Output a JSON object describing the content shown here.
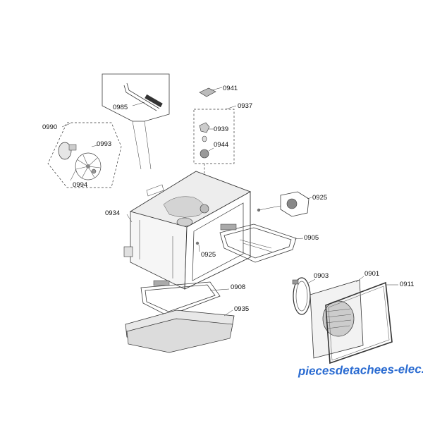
{
  "parts": {
    "p0941": "0941",
    "p0937": "0937",
    "p0939": "0939",
    "p0944": "0944",
    "p0985": "0985",
    "p0990": "0990",
    "p0993": "0993",
    "p0994": "0994",
    "p0925a": "0925",
    "p0925b": "0925",
    "p0934": "0934",
    "p0905": "0905",
    "p0908": "0908",
    "p0935": "0935",
    "p0903": "0903",
    "p0901": "0901",
    "p0911": "0911"
  },
  "watermark": "piecesdetachees-elec.com"
}
